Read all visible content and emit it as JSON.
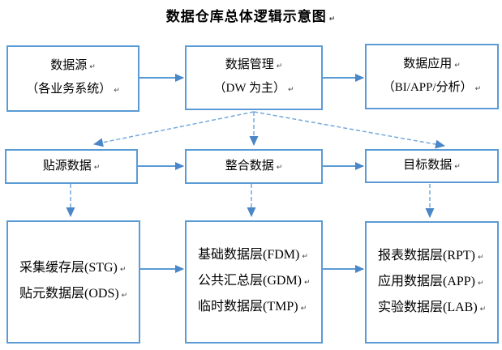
{
  "title": "数据仓库总体逻辑示意图",
  "marks": {
    "return": "↵"
  },
  "colors": {
    "box_border": "#5b9bd5",
    "solid_arrow": "#5b9bd5",
    "arrow_head": "#4a86c8",
    "dashed_arrow": "#74a9dc",
    "text": "#000000",
    "background": "#ffffff"
  },
  "boxes": {
    "source": {
      "lines": [
        "数据源",
        "（各业务系统）"
      ]
    },
    "management": {
      "lines": [
        "数据管理",
        "（DW 为主）"
      ]
    },
    "application": {
      "lines": [
        "数据应用",
        "（BI/APP/分析）"
      ]
    },
    "staging": {
      "lines": [
        "贴源数据"
      ]
    },
    "integration": {
      "lines": [
        "整合数据"
      ]
    },
    "target": {
      "lines": [
        "目标数据"
      ]
    },
    "stg_ods": {
      "lines": [
        "采集缓存层(STG)",
        "贴元数据层(ODS)"
      ]
    },
    "fdm_gdm_tmp": {
      "lines": [
        "基础数据层(FDM)",
        "公共汇总层(GDM)",
        "临时数据层(TMP)"
      ]
    },
    "rpt_app_lab": {
      "lines": [
        "报表数据层(RPT)",
        "应用数据层(APP)",
        "实验数据层(LAB)"
      ]
    }
  }
}
